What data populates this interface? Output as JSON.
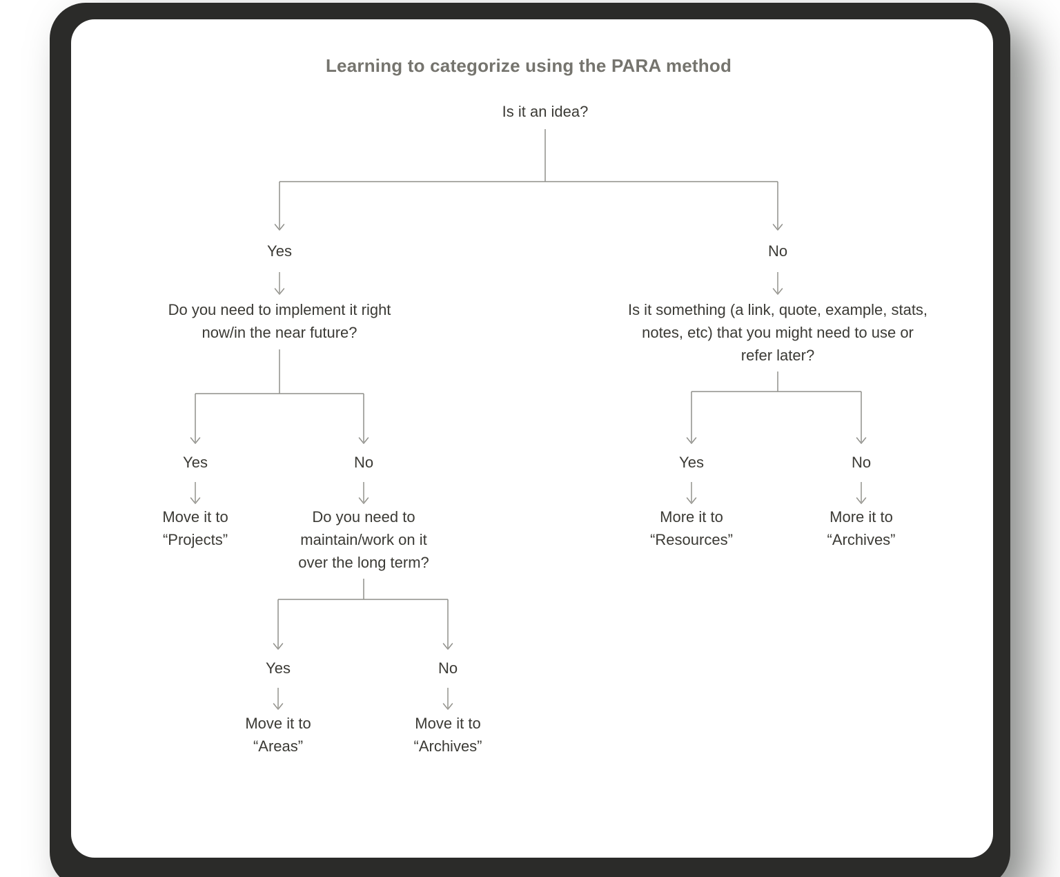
{
  "title": "Learning to categorize using the PARA method",
  "colors": {
    "page_bg": "#ffffff",
    "frame": "#2b2b29",
    "card": "#ffffff",
    "title_text": "#75746e",
    "node_text": "#3b3a35",
    "line": "#8f8f8a",
    "arrow": "#93928c"
  },
  "nodes": {
    "root_question": "Is it an idea?",
    "top_yes": "Yes",
    "top_no": "No",
    "q_implement": {
      "lines": [
        "Do you need to implement it right",
        "now/in the near future?"
      ]
    },
    "impl_yes": "Yes",
    "impl_no": "No",
    "result_projects": {
      "lines": [
        "Move it to",
        "“Projects”"
      ]
    },
    "q_maintain": {
      "lines": [
        "Do you need to",
        "maintain/work on it",
        "over the long term?"
      ]
    },
    "maintain_yes": "Yes",
    "maintain_no": "No",
    "result_areas": {
      "lines": [
        "Move it to",
        "“Areas”"
      ]
    },
    "result_archives_left": {
      "lines": [
        "Move it to",
        "“Archives”"
      ]
    },
    "q_reference": {
      "lines": [
        "Is it something (a link, quote, example, stats,",
        "notes, etc) that you might need to use or",
        "refer later?"
      ]
    },
    "ref_yes": "Yes",
    "ref_no": "No",
    "result_resources": {
      "lines": [
        "More it to",
        "“Resources”"
      ]
    },
    "result_archives_right": {
      "lines": [
        "More it to",
        "“Archives”"
      ]
    }
  }
}
